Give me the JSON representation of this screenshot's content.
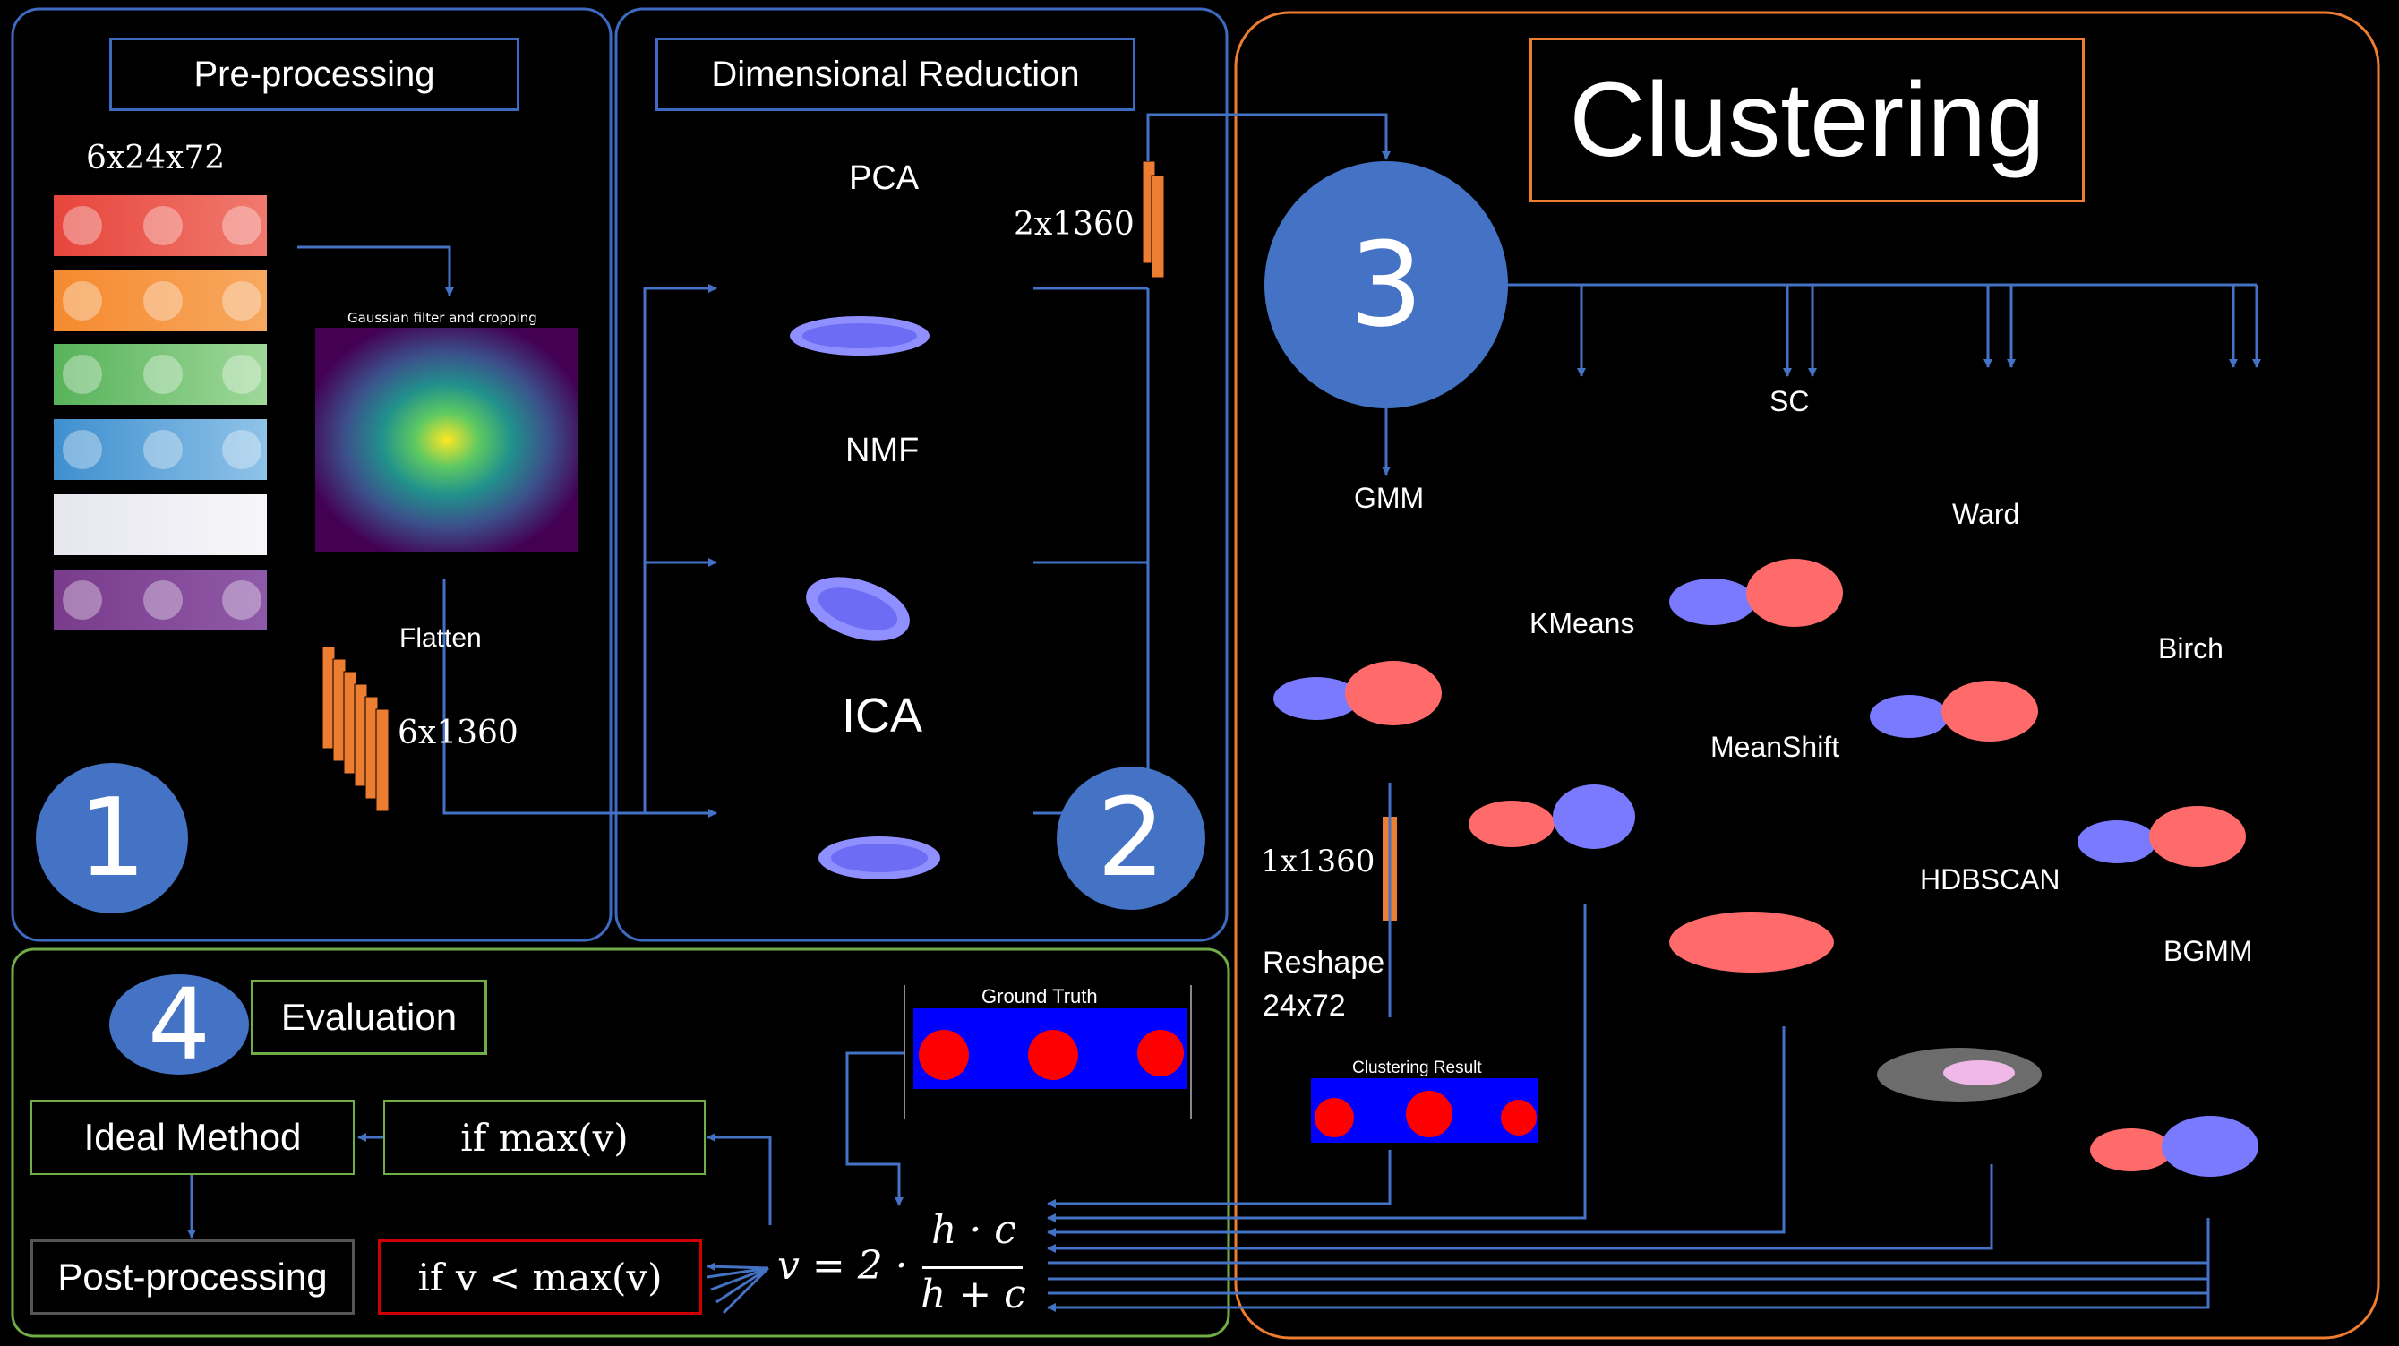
{
  "sections": {
    "preprocessing": {
      "title": "Pre-processing",
      "number": "1",
      "input_dims": "6x24x72",
      "filter_caption": "Gaussian filter and cropping",
      "flatten_label": "Flatten",
      "flatten_dims": "6x1360"
    },
    "dimensional_reduction": {
      "title": "Dimensional Reduction",
      "number": "2",
      "methods": [
        "PCA",
        "NMF",
        "ICA"
      ],
      "output_dims": "2x1360"
    },
    "clustering": {
      "title": "Clustering",
      "number": "3",
      "methods": [
        "GMM",
        "KMeans",
        "SC",
        "MeanShift",
        "Ward",
        "HDBSCAN",
        "Birch",
        "BGMM"
      ],
      "reshape_dims": "1x1360",
      "reshape_label": "Reshape",
      "reshape_target": "24x72",
      "result_caption": "Clustering Result"
    },
    "evaluation": {
      "title": "Evaluation",
      "number": "4",
      "ground_truth_caption": "Ground Truth",
      "ideal_method": "Ideal Method",
      "post_processing": "Post-processing",
      "if_max": "if max(v)",
      "if_less": "if v < max(v)",
      "formula_lhs": "v = 2 ·",
      "formula_num": "h · c",
      "formula_den": "h + c"
    }
  },
  "colors": {
    "preprocess_border": "#3D6BC2",
    "clustering_border": "#ED7D31",
    "evaluation_border": "#70AD47",
    "arrow": "#4472C4",
    "circle_fill": "#4472C4",
    "orange_bar": "#ED7D31",
    "red_box": "#D00000",
    "gray_box": "#555555"
  }
}
